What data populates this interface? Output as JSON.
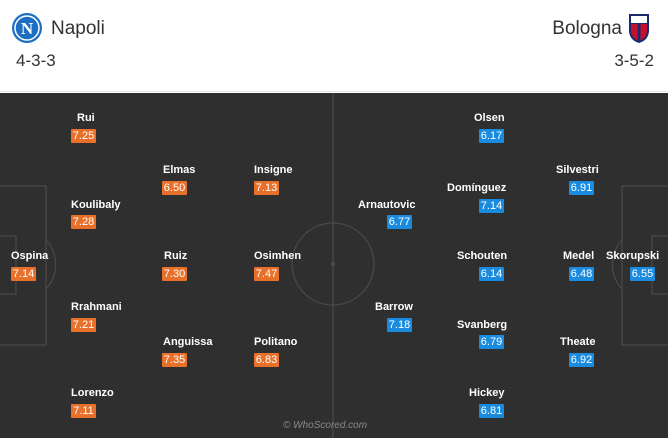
{
  "home": {
    "name": "Napoli",
    "formation": "4-3-3",
    "crest_icon": "napoli-crest-icon",
    "rating_color": "#e8702a",
    "players": [
      {
        "name": "Rui",
        "rating": "7.25"
      },
      {
        "name": "Elmas",
        "rating": "6.50"
      },
      {
        "name": "Insigne",
        "rating": "7.13"
      },
      {
        "name": "Koulibaly",
        "rating": "7.28"
      },
      {
        "name": "Ospina",
        "rating": "7.14"
      },
      {
        "name": "Ruiz",
        "rating": "7.30"
      },
      {
        "name": "Osimhen",
        "rating": "7.47"
      },
      {
        "name": "Rrahmani",
        "rating": "7.21"
      },
      {
        "name": "Anguissa",
        "rating": "7.35"
      },
      {
        "name": "Politano",
        "rating": "6.83"
      },
      {
        "name": "Lorenzo",
        "rating": "7.11"
      }
    ]
  },
  "away": {
    "name": "Bologna",
    "formation": "3-5-2",
    "crest_icon": "bologna-crest-icon",
    "rating_color": "#1b8be0",
    "players": [
      {
        "name": "Olsen",
        "rating": "6.17"
      },
      {
        "name": "Silvestri",
        "rating": "6.91"
      },
      {
        "name": "Domínguez",
        "rating": "7.14"
      },
      {
        "name": "Arnautovic",
        "rating": "6.77"
      },
      {
        "name": "Schouten",
        "rating": "6.14"
      },
      {
        "name": "Medel",
        "rating": "6.48"
      },
      {
        "name": "Skorupski",
        "rating": "6.55"
      },
      {
        "name": "Barrow",
        "rating": "7.18"
      },
      {
        "name": "Svanberg",
        "rating": "6.79"
      },
      {
        "name": "Theate",
        "rating": "6.92"
      },
      {
        "name": "Hickey",
        "rating": "6.81"
      }
    ]
  },
  "watermark": "© WhoScored.com"
}
